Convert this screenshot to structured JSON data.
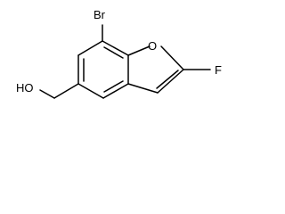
{
  "molecule": {
    "atoms": {
      "bromine": "Br",
      "furan_oxygen": "O",
      "fluorine": "F",
      "hydroxyl": "HO"
    },
    "colors": {
      "bond": "#000000",
      "label": "#000000",
      "background": "#ffffff"
    }
  }
}
